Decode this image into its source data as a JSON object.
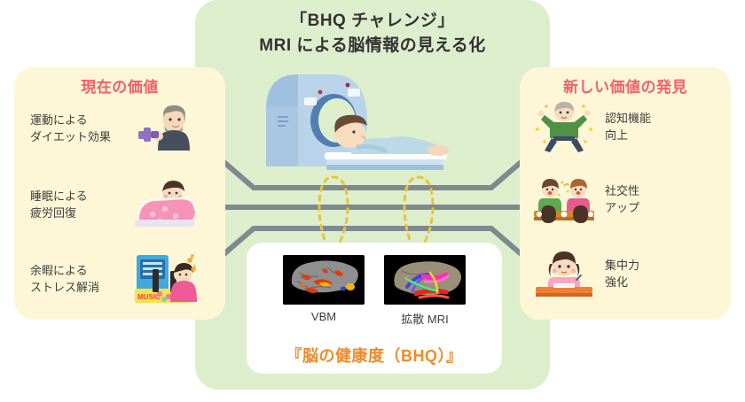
{
  "center": {
    "title_line1": "「BHQ チャレンジ」",
    "title_line2": "MRI による脳情報の見える化",
    "scanner_icon": "mri-scanner-illustration",
    "panel_color": "#ddeecd"
  },
  "left_panel": {
    "heading": "現在の価値",
    "heading_color": "#f4606a",
    "panel_color": "#fdf7d7",
    "items": [
      {
        "text": "運動による\nダイエット効果",
        "icon": "man-dumbbell-icon"
      },
      {
        "text": "睡眠による\n疲労回復",
        "icon": "sleeping-woman-futon-icon"
      },
      {
        "text": "余暇による\nストレス解消",
        "icon": "arcade-music-game-icon"
      }
    ]
  },
  "right_panel": {
    "heading": "新しい価値の発見",
    "heading_color": "#f4606a",
    "panel_color": "#fdf7d7",
    "items": [
      {
        "text": "認知機能\n向上",
        "icon": "jumping-elder-icon"
      },
      {
        "text": "社交性\nアップ",
        "icon": "people-talking-table-icon"
      },
      {
        "text": "集中力\n強化",
        "icon": "studying-child-desk-icon"
      }
    ]
  },
  "bhq_card": {
    "brains": [
      {
        "caption": "VBM",
        "icon": "vbm-brain-image"
      },
      {
        "caption": "拡散 MRI",
        "icon": "diffusion-mri-brain-image"
      }
    ],
    "title": "『脳の健康度（BHQ）』",
    "title_color": "#f08a28"
  },
  "connectors": {
    "line_color": "#808890",
    "dashed_color": "#e8c33a",
    "left_count": 3,
    "right_count": 3,
    "dashed_shapes": 2
  }
}
